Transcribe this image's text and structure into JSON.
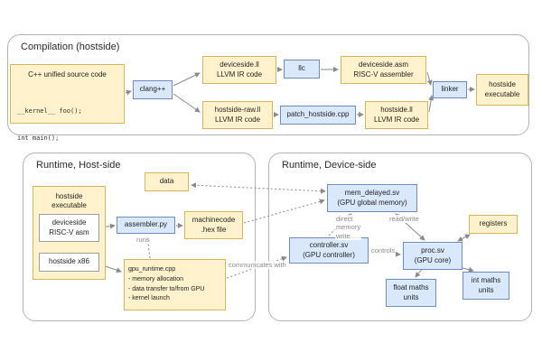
{
  "colors": {
    "yellow-fill": "#fff2cc",
    "yellow-border": "#d6b656",
    "blue-fill": "#dae8fc",
    "blue-border": "#6c8ebf",
    "container-border": "#b3b3b3",
    "arrow": "#8a8a8a"
  },
  "compilation": {
    "title": "Compilation (hostside)",
    "cpp_source": {
      "title": "C++ unified source code",
      "code": [
        "__kernel__ foo();",
        "int main();"
      ]
    },
    "clang": "clang++",
    "deviceside_ll": [
      "deviceside.ll",
      "LLVM IR code"
    ],
    "llc": "llc",
    "deviceside_asm": [
      "deviceside.asm",
      "RISC-V assembler"
    ],
    "hostside_raw_ll": [
      "hostside-raw.ll",
      "LLVM IR code"
    ],
    "patch_hostside": "patch_hostside.cpp",
    "hostside_ll": [
      "hostside.ll",
      "LLVM IR code"
    ],
    "linker": "linker",
    "hostside_executable": [
      "hostside",
      "executable"
    ]
  },
  "runtime_host": {
    "title": "Runtime, Host-side",
    "data": "data",
    "hostside_executable": [
      "hostside",
      "executable"
    ],
    "deviceside_riscv": [
      "deviceside",
      "RISC-V asm"
    ],
    "hostside_x86": "hostside x86",
    "assembler": "assembler.py",
    "machinecode": [
      "machinecode",
      ".hex file"
    ],
    "gpu_runtime": [
      "gpu_runtime.cpp",
      "- memory allocation",
      "- data transfer to/from GPU",
      "- kernel launch"
    ],
    "labels": {
      "runs": "runs",
      "communicates": "communicates with"
    }
  },
  "runtime_device": {
    "title": "Runtime, Device-side",
    "mem_delayed": [
      "mem_delayed.sv",
      "(GPU global memory)"
    ],
    "controller": [
      "controller.sv",
      "(GPU controller)"
    ],
    "proc": [
      "proc.sv",
      "(GPU core)"
    ],
    "registers": "registers",
    "float_units": [
      "float maths",
      "units"
    ],
    "int_units": [
      "int maths",
      "units"
    ],
    "labels": {
      "direct_memory_write": [
        "direct",
        "memory",
        "write"
      ],
      "read_write": "read/write",
      "controls": "controls"
    }
  }
}
